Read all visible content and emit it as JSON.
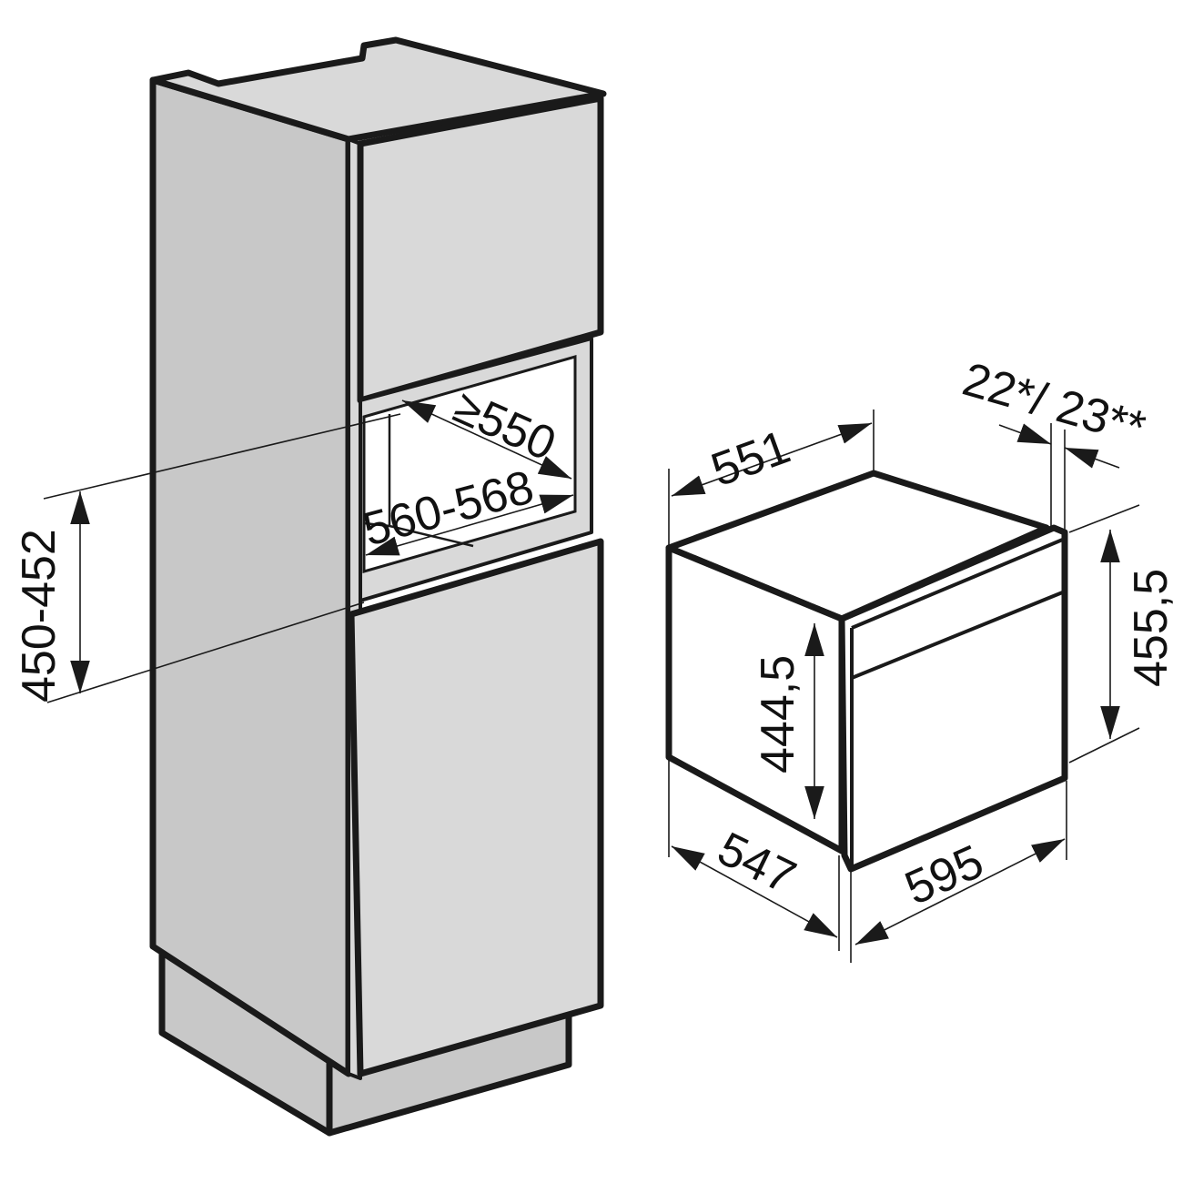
{
  "colors": {
    "line": "#1a1a1a",
    "side_panel": "#c8c8c8",
    "front_panel": "#d9d9d9",
    "background": "#ffffff"
  },
  "niche": {
    "height_label": "450-452",
    "depth_label": "≥550",
    "width_label": "560-568"
  },
  "appliance": {
    "depth_label": "551",
    "front_offset_label": "22*/ 23**",
    "total_height_label": "455,5",
    "body_height_label": "444,5",
    "body_depth_label": "547",
    "width_label": "595"
  }
}
